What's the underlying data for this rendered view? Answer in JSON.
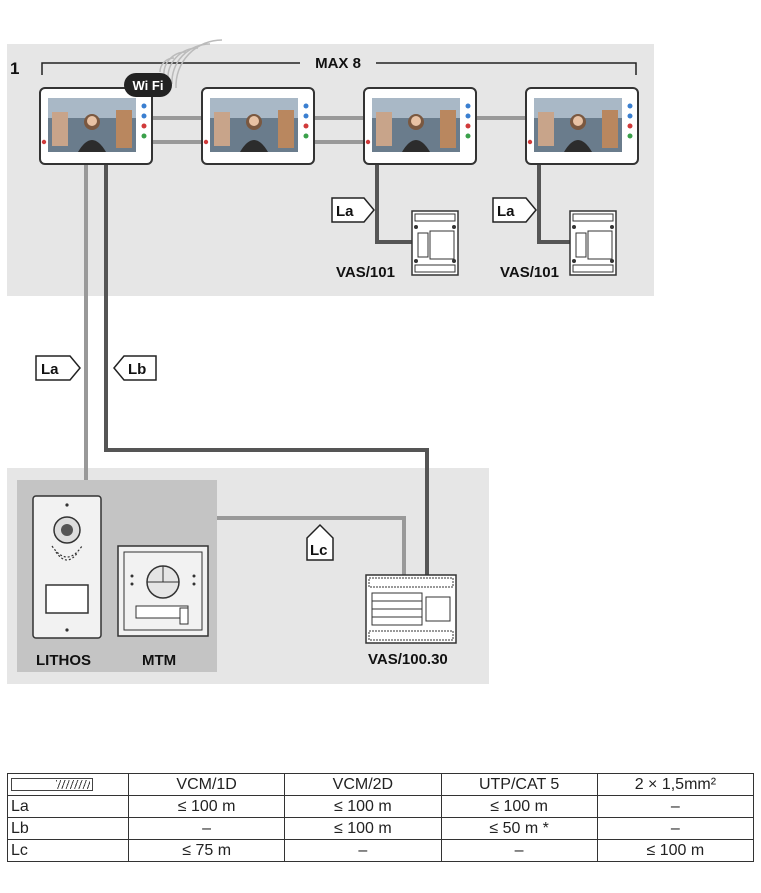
{
  "figure_number": "1",
  "max_label": "MAX 8",
  "wifi_label": "Wi Fi",
  "devices": {
    "vas101_a": "VAS/101",
    "vas101_b": "VAS/101",
    "vas100": "VAS/100.30",
    "lithos": "LITHOS",
    "mtm": "MTM"
  },
  "cable_tags": {
    "la_top_1": "La",
    "la_top_2": "La",
    "la_mid": "La",
    "lb_mid": "Lb",
    "lc_bottom": "Lc"
  },
  "colors": {
    "panel_bg": "#e6e6e6",
    "cable": "#555555",
    "cable_light": "#999999"
  },
  "table": {
    "headers": [
      "",
      "VCM/1D",
      "VCM/2D",
      "UTP/CAT 5",
      "2 × 1,5mm²"
    ],
    "rows": [
      [
        "La",
        "≤ 100 m",
        "≤ 100 m",
        "≤ 100 m",
        "–"
      ],
      [
        "Lb",
        "–",
        "≤ 100 m",
        "≤ 50 m *",
        "–"
      ],
      [
        "Lc",
        "≤ 75 m",
        "–",
        "–",
        "≤ 100 m"
      ]
    ]
  }
}
